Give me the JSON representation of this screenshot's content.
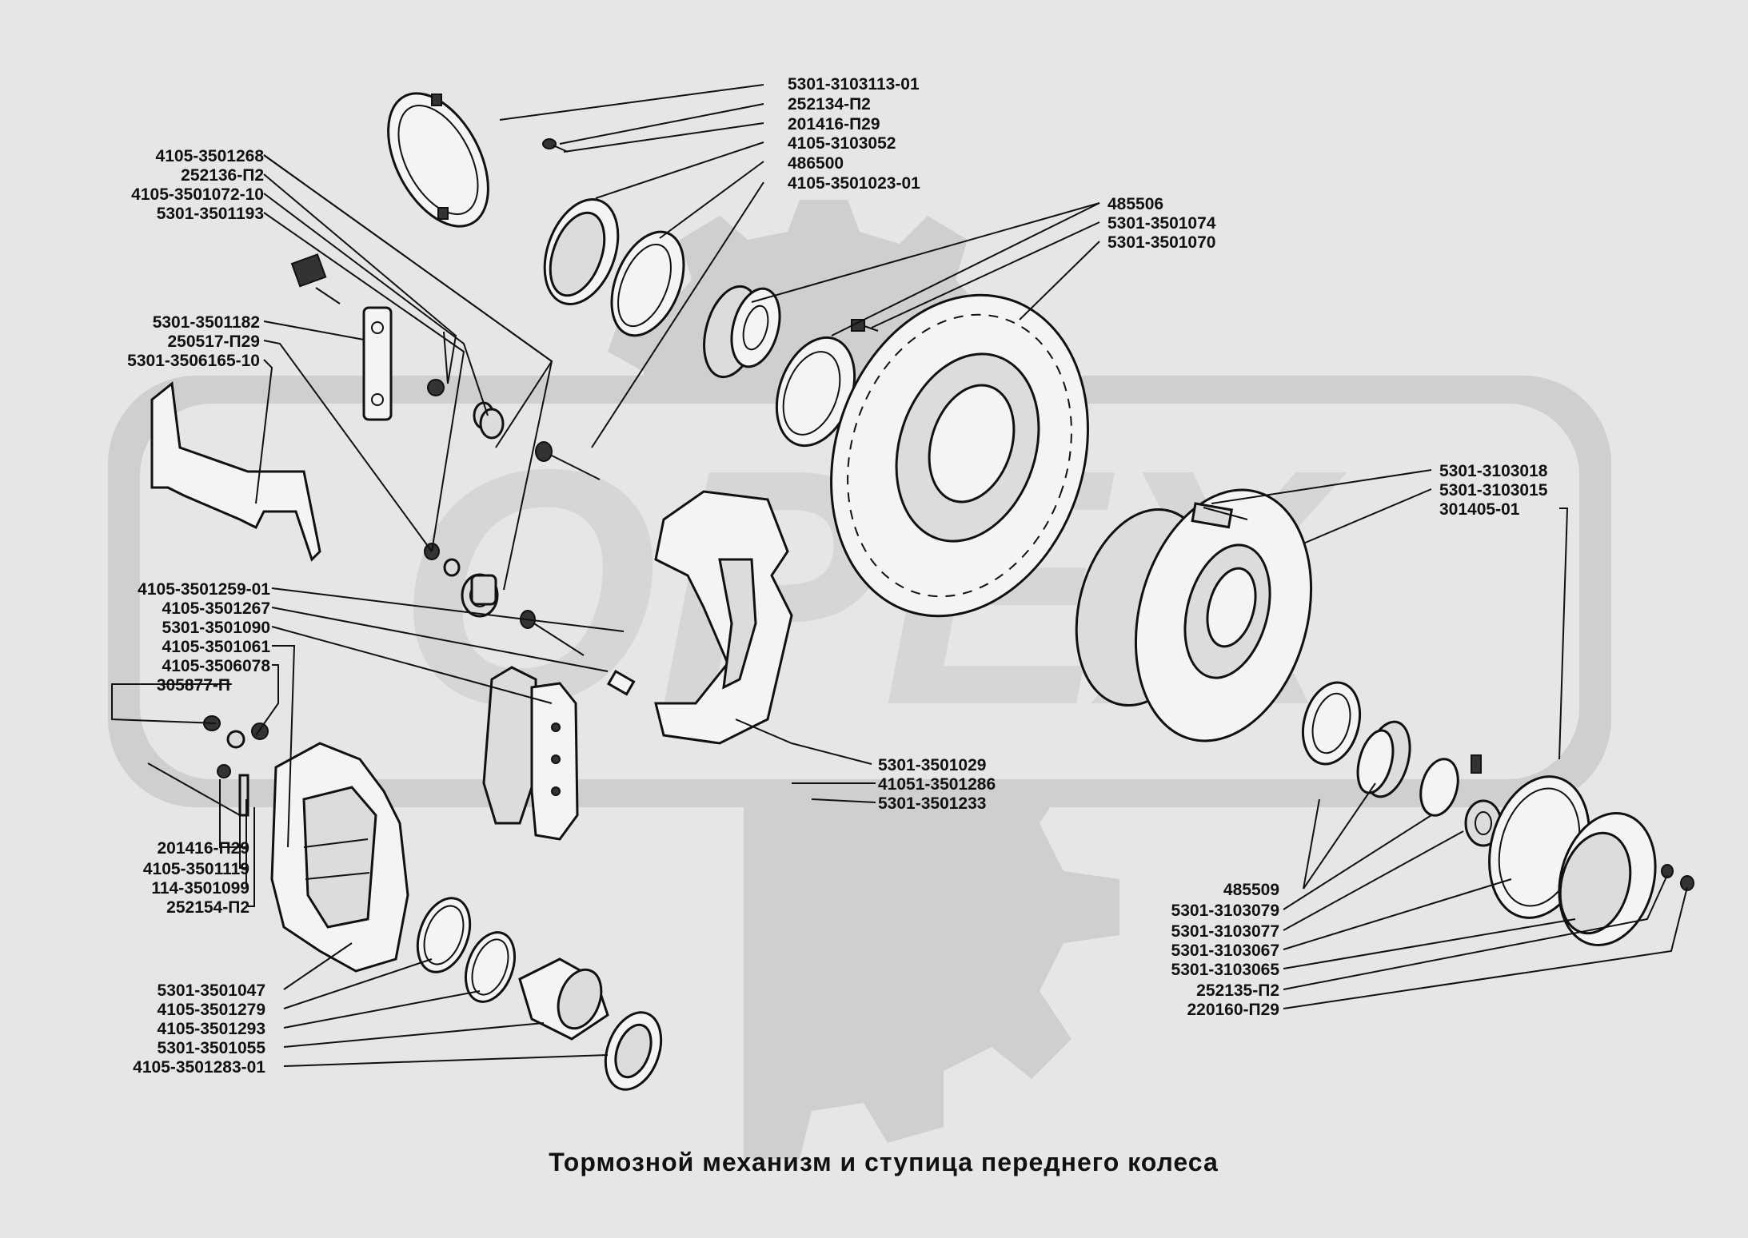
{
  "title": "Тормозной механизм и ступица переднего колеса",
  "watermark": "OPEX",
  "colors": {
    "background": "#e6e6e6",
    "watermark": "#cfcfcf",
    "ink": "#111111"
  },
  "labels_left": [
    "4105-3501268",
    "252136-П2",
    "4105-3501072-10",
    "5301-3501193",
    "5301-3501182",
    "250517-П29",
    "5301-3506165-10",
    "4105-3501259-01",
    "4105-3501267",
    "5301-3501090",
    "4105-3501061",
    "4105-3506078",
    "305877-П",
    "201416-П29",
    "4105-3501119",
    "114-3501099",
    "252154-П2",
    "5301-3501047",
    "4105-3501279",
    "4105-3501293",
    "5301-3501055",
    "4105-3501283-01"
  ],
  "labels_top": [
    "5301-3103113-01",
    "252134-П2",
    "201416-П29",
    "4105-3103052",
    "486500",
    "4105-3501023-01",
    "485506",
    "5301-3501074",
    "5301-3501070"
  ],
  "labels_right": [
    "5301-3103018",
    "5301-3103015",
    "301405-01",
    "485509",
    "5301-3103079",
    "5301-3103077",
    "5301-3103067",
    "5301-3103065",
    "252135-П2",
    "220160-П29"
  ],
  "labels_center": [
    "5301-3501029",
    "41051-3501286",
    "5301-3501233"
  ]
}
